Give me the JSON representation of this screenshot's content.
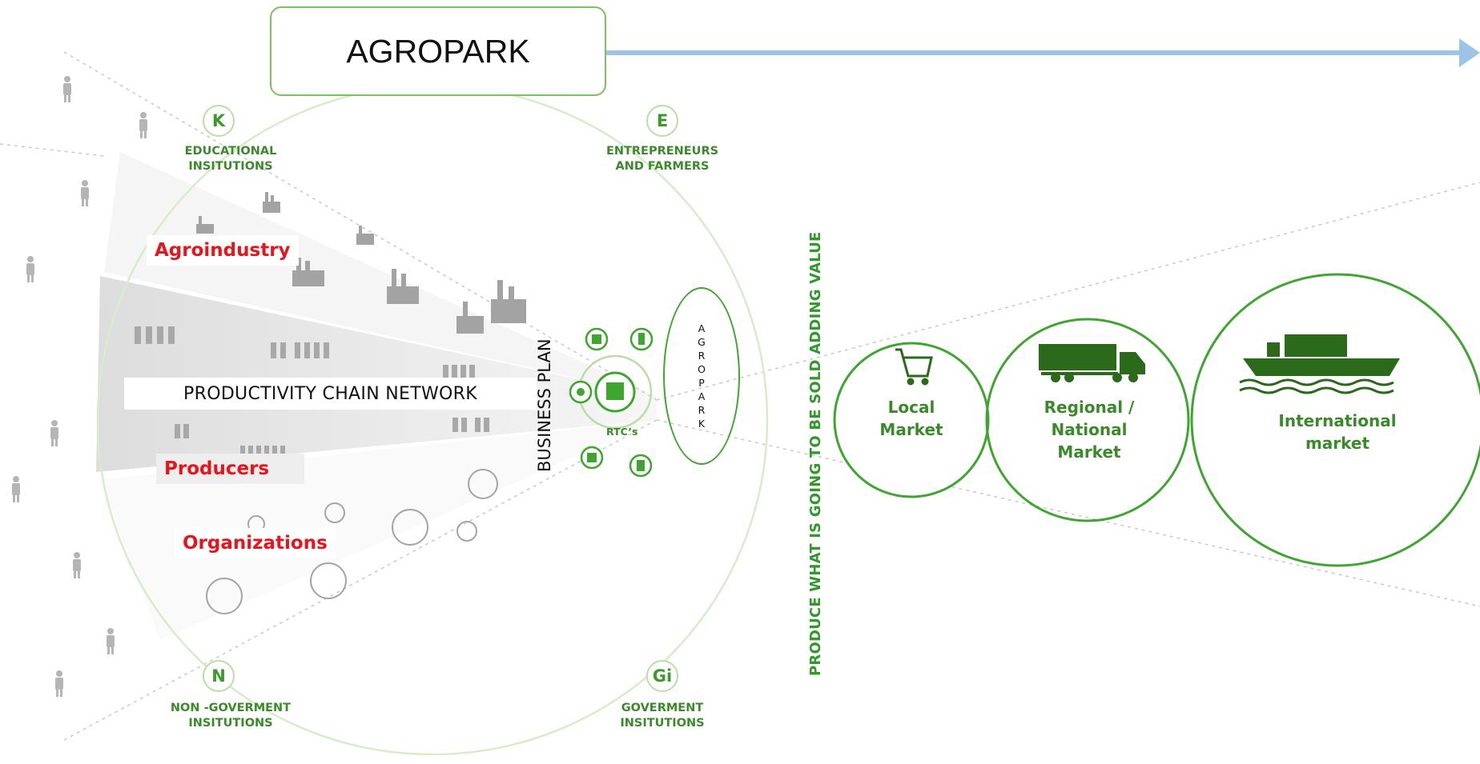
{
  "header": {
    "title": "AGROPARK"
  },
  "nodes": {
    "k": {
      "letter": "K",
      "label_line1": "EDUCATIONAL",
      "label_line2": "INSITUTIONS"
    },
    "e": {
      "letter": "E",
      "label_line1": "ENTREPRENEURS",
      "label_line2": "AND FARMERS"
    },
    "n": {
      "letter": "N",
      "label_line1": "NON -GOVERMENT",
      "label_line2": "INSITUTIONS"
    },
    "gi": {
      "letter": "Gi",
      "label_line1": "GOVERMENT",
      "label_line2": "INSITUTIONS"
    }
  },
  "sectors": {
    "agroindustry": "Agroindustry",
    "producers": "Producers",
    "organizations": "Organizations",
    "chain": "PRODUCTIVITY CHAIN NETWORK"
  },
  "center": {
    "business_plan": "BUSINESS PLAN",
    "rtc": "RTC’s",
    "agropark_vertical": "AGROPARK"
  },
  "slogan": "PRODUCE WHAT IS GOING TO BE SOLD ADDING VALUE",
  "markets": {
    "local": {
      "line1": "Local",
      "line2": "Market",
      "icon": "shopping-cart-icon"
    },
    "regional": {
      "line1": "Regional /",
      "line2": "National",
      "line3": "Market",
      "icon": "truck-icon"
    },
    "international": {
      "line1": "International",
      "line2": "market",
      "icon": "cargo-ship-icon"
    }
  },
  "colors": {
    "green": "#3b8a2a",
    "bright_green": "#3ea52f",
    "red": "#e8141b",
    "arrow": "#9dc3e6",
    "light_green": "#b9dfa5"
  }
}
